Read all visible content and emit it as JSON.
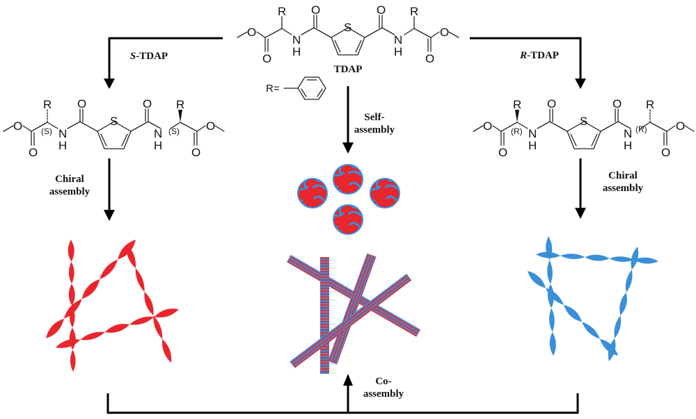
{
  "title": "TDAP self-assembly and chiral co-assembly scheme",
  "center_molecule": {
    "name": "TDAP",
    "atoms": {
      "R": "R",
      "O": "O",
      "N": "N",
      "H": "H",
      "S": "S"
    },
    "substituent_label": "R=",
    "substituent": "phenyl"
  },
  "left_molecule": {
    "name": "S-TDAP",
    "name_italic_prefix": "S",
    "name_suffix": "-TDAP",
    "stereo_label": "(S)"
  },
  "right_molecule": {
    "name": "R-TDAP",
    "name_italic_prefix": "R",
    "name_suffix": "-TDAP",
    "stereo_label": "(R)"
  },
  "labels": {
    "self_assembly": [
      "Self-",
      "assembly"
    ],
    "chiral_assembly_left": [
      "Chiral",
      "assembly"
    ],
    "chiral_assembly_right": [
      "Chiral",
      "assembly"
    ],
    "co_assembly": [
      "Co-",
      "assembly"
    ]
  },
  "structures": {
    "nanospheres": {
      "count": 4,
      "colors": [
        "#e8262e",
        "#3a8fd8"
      ]
    },
    "left_helices": {
      "handedness": "left",
      "color": "#e8262e"
    },
    "right_helices": {
      "handedness": "right",
      "color": "#3a8fd8"
    },
    "coassembly_fibers": {
      "colors": [
        "#e8262e",
        "#3a8fd8"
      ]
    }
  }
}
